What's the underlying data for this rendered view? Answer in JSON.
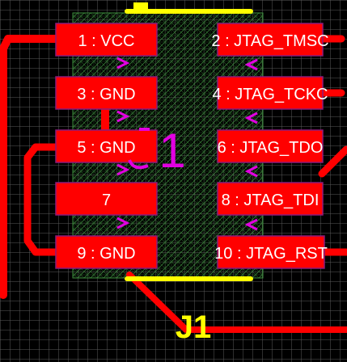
{
  "pads": [
    {
      "id": "p1",
      "label": "1 : VCC"
    },
    {
      "id": "p2",
      "label": "2 : JTAG_TMSC"
    },
    {
      "id": "p3",
      "label": "3 : GND"
    },
    {
      "id": "p4",
      "label": "4 : JTAG_TCKC"
    },
    {
      "id": "p5",
      "label": "5 : GND"
    },
    {
      "id": "p6",
      "label": "6 : JTAG_TDO"
    },
    {
      "id": "p7",
      "label": "7"
    },
    {
      "id": "p8",
      "label": "8 : JTAG_TDI"
    },
    {
      "id": "p9",
      "label": "9 : GND"
    },
    {
      "id": "p10",
      "label": "10 : JTAG_RST"
    }
  ],
  "designator": "J1",
  "overlay_text": "1",
  "colors": {
    "background": "#000000",
    "grid": "#5a5a5a",
    "copper": "#ff0000",
    "silkscreen": "#ffff00",
    "assembly": "#e100e1",
    "courtyard": "#3c8c3c"
  }
}
